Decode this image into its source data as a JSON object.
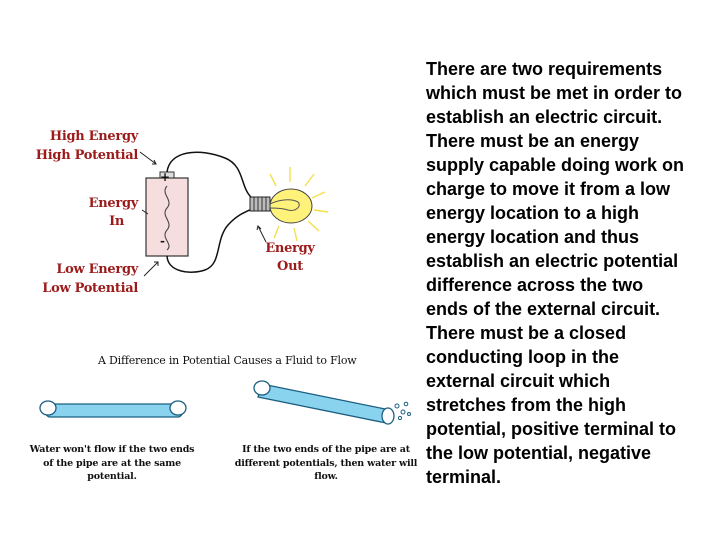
{
  "diagram": {
    "labels": {
      "high_energy": "High Energy",
      "high_potential": "High Potential",
      "energy_in_1": "Energy",
      "energy_in_2": "In",
      "low_energy": "Low Energy",
      "low_potential": "Low Potential",
      "energy_out_1": "Energy",
      "energy_out_2": "Out",
      "plus": "+",
      "minus": "-"
    },
    "pipe_title": "A Difference in Potential Causes a Fluid to Flow",
    "pipe_left_caption_1": "Water won't flow if the two ends",
    "pipe_left_caption_2": "of the pipe are at the same potential.",
    "pipe_right_caption_1": "If the two ends of the pipe are at",
    "pipe_right_caption_2": "different potentials, then water will flow."
  },
  "text": {
    "paragraph": "There are two requirements\nwhich must be met in order to\nestablish an electric circuit.\nThere must be an energy\nsupply capable doing work on\ncharge to move it from a low\nenergy location to a high\nenergy location and thus\nestablish an electric potential\ndifference across the two\nends of the external circuit.\nThere must be a closed\nconducting loop in the\nexternal circuit which\nstretches from the high\npotential, positive terminal to\nthe low potential, negative\nterminal."
  },
  "colors": {
    "label_red": "#9b1b1b",
    "battery_fill": "#f6dede",
    "bulb_yellow": "#fff27a",
    "ray_yellow": "#f3e04a",
    "pipe_blue": "#8ad3ef",
    "pipe_outline": "#1b5f80"
  }
}
